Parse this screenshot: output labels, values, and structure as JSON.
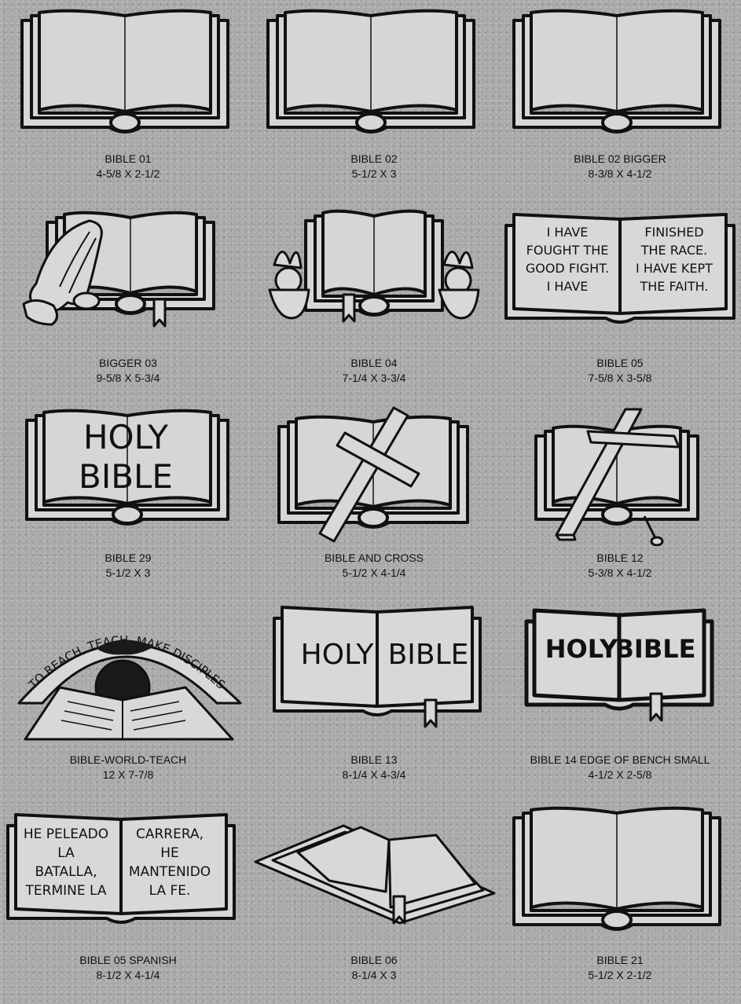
{
  "items": [
    {
      "name": "BIBLE 01",
      "size": "4-5/8 X 2-1/2",
      "icon": "open-book-icon",
      "art": "plain"
    },
    {
      "name": "BIBLE 02",
      "size": "5-1/2 X 3",
      "icon": "open-book-icon",
      "art": "plain"
    },
    {
      "name": "BIBLE 02 BIGGER",
      "size": "8-3/8 X 4-1/2",
      "icon": "open-book-icon",
      "art": "plain"
    },
    {
      "name": "BIGGER 03",
      "size": "9-5/8 X 5-3/4",
      "icon": "praying-hands-book-icon",
      "art": "hands"
    },
    {
      "name": "BIBLE 04",
      "size": "7-1/4 X 3-3/4",
      "icon": "flower-book-icon",
      "art": "flowers"
    },
    {
      "name": "BIBLE 05",
      "size": "7-5/8 X 3-5/8",
      "icon": "verse-book-icon",
      "art": "verse",
      "text_left": [
        "I HAVE",
        "FOUGHT THE",
        "GOOD FIGHT.",
        "I HAVE"
      ],
      "text_right": [
        "FINISHED",
        "THE RACE.",
        "I HAVE KEPT",
        "THE FAITH."
      ]
    },
    {
      "name": "BIBLE 29",
      "size": "5-1/2 X 3",
      "icon": "holy-bible-book-icon",
      "art": "holybible-single",
      "text_lines": [
        "HOLY",
        "BIBLE"
      ]
    },
    {
      "name": "BIBLE AND CROSS",
      "size": "5-1/2 X 4-1/4",
      "icon": "cross-book-icon",
      "art": "cross"
    },
    {
      "name": "BIBLE 12",
      "size": "5-3/8 X 4-1/2",
      "icon": "cross-3d-book-icon",
      "art": "cross3d"
    },
    {
      "name": "BIBLE-WORLD-TEACH",
      "size": "12 X 7-7/8",
      "icon": "world-book-icon",
      "art": "world",
      "arc_text": "TO REACH, TEACH, MAKE DISCIPLES"
    },
    {
      "name": "BIBLE 13",
      "size": "8-1/4 X 4-3/4",
      "icon": "holy-bible-book-icon",
      "art": "holybible-split",
      "text_left": [
        "HOLY"
      ],
      "text_right": [
        "BIBLE"
      ]
    },
    {
      "name": "BIBLE 14 EDGE OF BENCH SMALL",
      "size": "4-1/2 X 2-5/8",
      "icon": "holy-bible-book-icon",
      "art": "holybible-split-bold",
      "text_left": [
        "HOLY"
      ],
      "text_right": [
        "BIBLE"
      ]
    },
    {
      "name": "BIBLE 05 SPANISH",
      "size": "8-1/2 X 4-1/4",
      "icon": "verse-book-icon",
      "art": "verse-spanish",
      "text_left": [
        "HE PELEADO",
        "LA",
        "BATALLA,",
        "TERMINE LA"
      ],
      "text_right": [
        "CARRERA,",
        "HE",
        "MANTENIDO",
        "LA FE."
      ]
    },
    {
      "name": "BIBLE 06",
      "size": "8-1/4 X 3",
      "icon": "perspective-book-icon",
      "art": "perspective"
    },
    {
      "name": "BIBLE 21",
      "size": "5-1/2 X 2-1/2",
      "icon": "open-book-icon",
      "art": "plain"
    }
  ]
}
